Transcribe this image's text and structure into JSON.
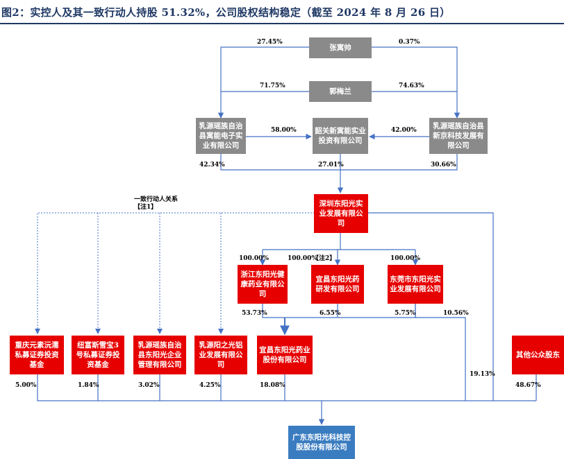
{
  "title": "图2：实控人及其一致行动人持股 51.32%，公司股权结构稳定（截至 2024 年 8 月 26 日）",
  "nodes": {
    "zhang": "张寓帅",
    "guo": "郭梅兰",
    "ruyuan_dianzi": "乳源瑶族自治县寓能电子实业有限公司",
    "shaoguan": "韶关新寓能实业投资有限公司",
    "ruyuan_xinjing": "乳源瑶族自治县新京科技发展有限公司",
    "shenzhen": "深圳东阳光实业发展有限公司",
    "zhejiang": "浙江东阳光健康药业有限公司",
    "yichang_yao": "宜昌东阳光药研发有限公司",
    "dongguan": "东莞市东阳光实业发展有限公司",
    "chongqing": "重庆元素沅濡私募证券投资基金",
    "niufu": "纽富斯雪宝3号私募证券投资基金",
    "ruyuan_qiye": "乳源瑶族自治县东阳光企业管理有限公司",
    "ruyuan_zhiguang": "乳源阳之光铝业发展有限公司",
    "yichang_gufen": "宜昌东阳光药业股份有限公司",
    "public": "其他公众股东",
    "target": "广东东阳光科技控股股份有限公司"
  },
  "percentages": {
    "zhang_left": "27.45%",
    "zhang_right": "0.37%",
    "guo_left": "71.75%",
    "guo_right": "74.63%",
    "dianzi_to_shaoguan": "58.00%",
    "xinjing_to_shaoguan": "42.00%",
    "dianzi_to_shenzhen": "42.34%",
    "shaoguan_to_shenzhen": "27.01%",
    "xinjing_to_shenzhen": "30.66%",
    "to_zhejiang": "100.00%",
    "to_yichang_yao": "100.00%",
    "to_dongguan": "100.00%",
    "zhejiang_to_gufen": "53.73%",
    "yichang_yao_to_gufen": "6.55%",
    "dongguan_to_gufen": "5.75%",
    "dongguan_to_target": "10.56%",
    "shenzhen_to_target": "19.13%",
    "chongqing_to_target": "5.00%",
    "niufu_to_target": "1.84%",
    "qiye_to_target": "3.02%",
    "zhiguang_to_target": "4.25%",
    "gufen_to_target": "18.08%",
    "public_to_target": "48.67%"
  },
  "notes": {
    "concert_line1": "一致行动人关系",
    "concert_line2": "【注1】",
    "note2": "【注2】"
  },
  "colors": {
    "title": "#1f3864",
    "gray_box": "#8a8a8a",
    "red_box": "#e60000",
    "blue_box": "#3a7cc0",
    "line": "#4472c4"
  }
}
